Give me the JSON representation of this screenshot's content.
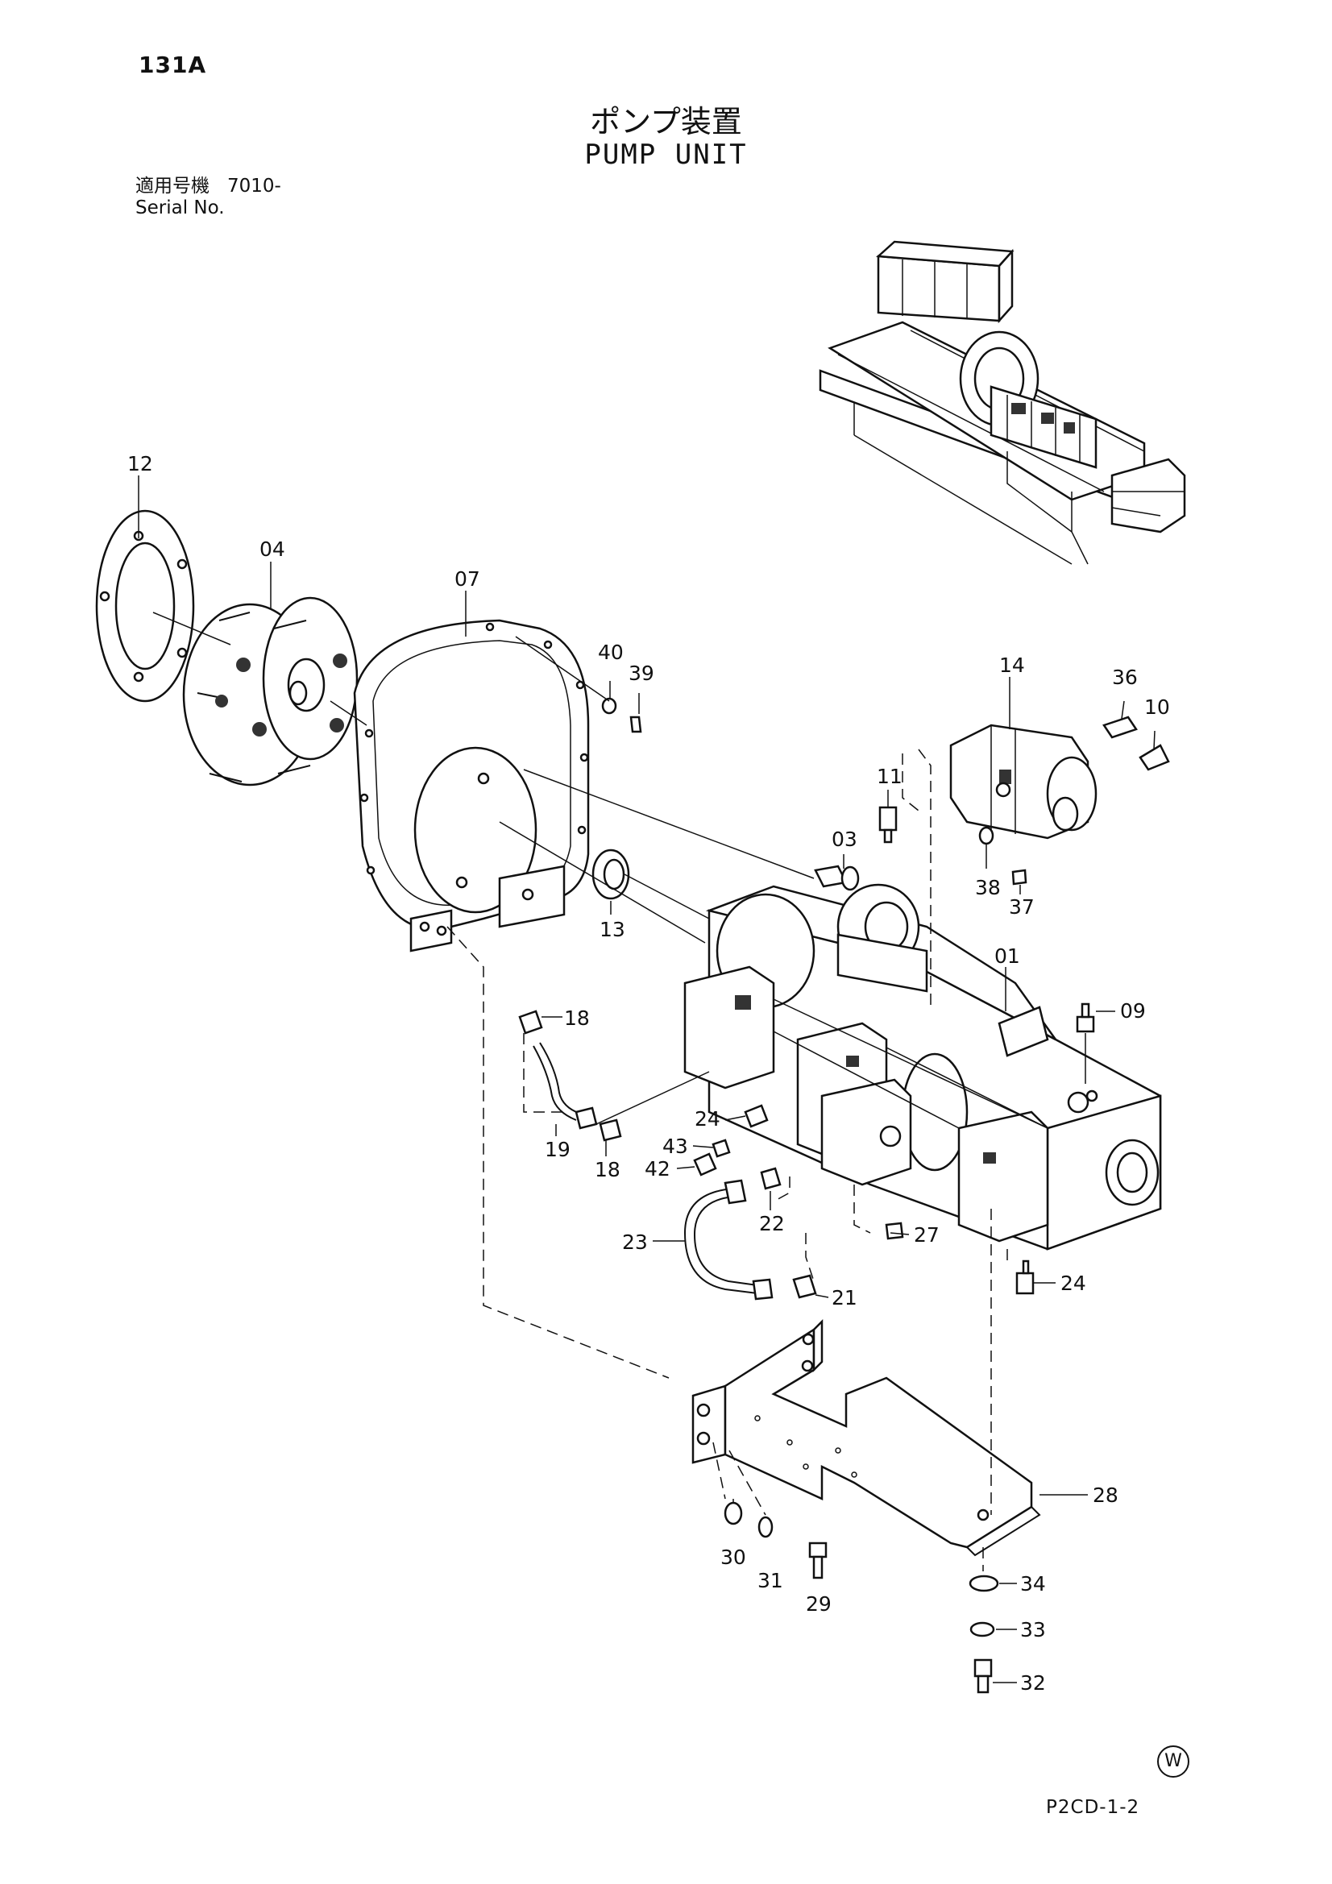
{
  "header": {
    "page_number": "131A",
    "title_jp": "ポンプ装置",
    "title_en": "PUMP UNIT",
    "serial_label_jp": "適用号機",
    "serial_label_en": "Serial No.",
    "serial_value": "7010-"
  },
  "callouts": [
    {
      "id": "12",
      "label": "12"
    },
    {
      "id": "04",
      "label": "04"
    },
    {
      "id": "07",
      "label": "07"
    },
    {
      "id": "40",
      "label": "40"
    },
    {
      "id": "39",
      "label": "39"
    },
    {
      "id": "14",
      "label": "14"
    },
    {
      "id": "36",
      "label": "36"
    },
    {
      "id": "10",
      "label": "10"
    },
    {
      "id": "11",
      "label": "11"
    },
    {
      "id": "03",
      "label": "03"
    },
    {
      "id": "38",
      "label": "38"
    },
    {
      "id": "37",
      "label": "37"
    },
    {
      "id": "13",
      "label": "13"
    },
    {
      "id": "01",
      "label": "01"
    },
    {
      "id": "09",
      "label": "09"
    },
    {
      "id": "18a",
      "label": "18"
    },
    {
      "id": "19",
      "label": "19"
    },
    {
      "id": "18b",
      "label": "18"
    },
    {
      "id": "24a",
      "label": "24"
    },
    {
      "id": "43",
      "label": "43"
    },
    {
      "id": "42",
      "label": "42"
    },
    {
      "id": "22",
      "label": "22"
    },
    {
      "id": "27",
      "label": "27"
    },
    {
      "id": "23",
      "label": "23"
    },
    {
      "id": "21",
      "label": "21"
    },
    {
      "id": "24b",
      "label": "24"
    },
    {
      "id": "28",
      "label": "28"
    },
    {
      "id": "30",
      "label": "30"
    },
    {
      "id": "31",
      "label": "31"
    },
    {
      "id": "29",
      "label": "29"
    },
    {
      "id": "34",
      "label": "34"
    },
    {
      "id": "33",
      "label": "33"
    },
    {
      "id": "32",
      "label": "32"
    }
  ],
  "footer": {
    "mark": "W",
    "code": "P2CD-1-2"
  }
}
